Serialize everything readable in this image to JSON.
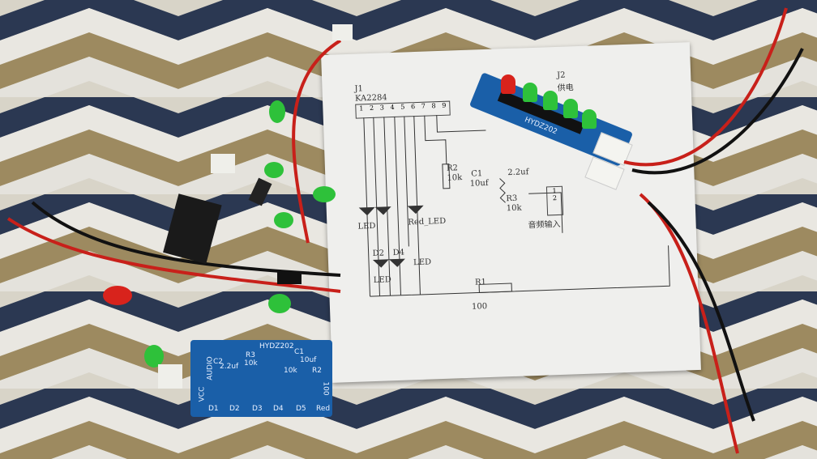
{
  "scene": {
    "description": "Electronics kit: KA2284 audio level indicator schematic, assembled and bare PCBs, LEDs, wires",
    "schematic": {
      "j1_label": "J1",
      "ic_label": "KA2284",
      "pins": [
        "1",
        "2",
        "3",
        "4",
        "5",
        "6",
        "7",
        "8",
        "9"
      ],
      "r2_label": "R2",
      "r2_value": "10k",
      "c1_label": "C1",
      "c1_value": "10uf",
      "c2_value": "2.2uf",
      "r3_label": "R3",
      "r3_value": "10k",
      "r1_label": "R1",
      "r1_value": "100",
      "led_labels": [
        "LED",
        "LED",
        "LED",
        "Red_LED"
      ],
      "d2_label": "D2",
      "d4_label": "D4",
      "j2_label": "J2",
      "power_label": "供电",
      "audio_in_label": "音频输入",
      "j3_pins": [
        "1",
        "2"
      ]
    },
    "assembled_pcb": {
      "label": "HYDZ202"
    },
    "bare_pcb": {
      "title": "HYDZ202",
      "audio": "AUDIO",
      "vcc": "VCC",
      "c2": "C2",
      "c2_value": "2.2uf",
      "r3": "R3",
      "r3_value": "10k",
      "c1": "C1",
      "c1_value": "10uf",
      "r2_value": "10k",
      "r2": "R2",
      "r1_value": "100",
      "diodes": [
        "D1",
        "D2",
        "D3",
        "D4",
        "D5",
        "Red"
      ]
    }
  }
}
